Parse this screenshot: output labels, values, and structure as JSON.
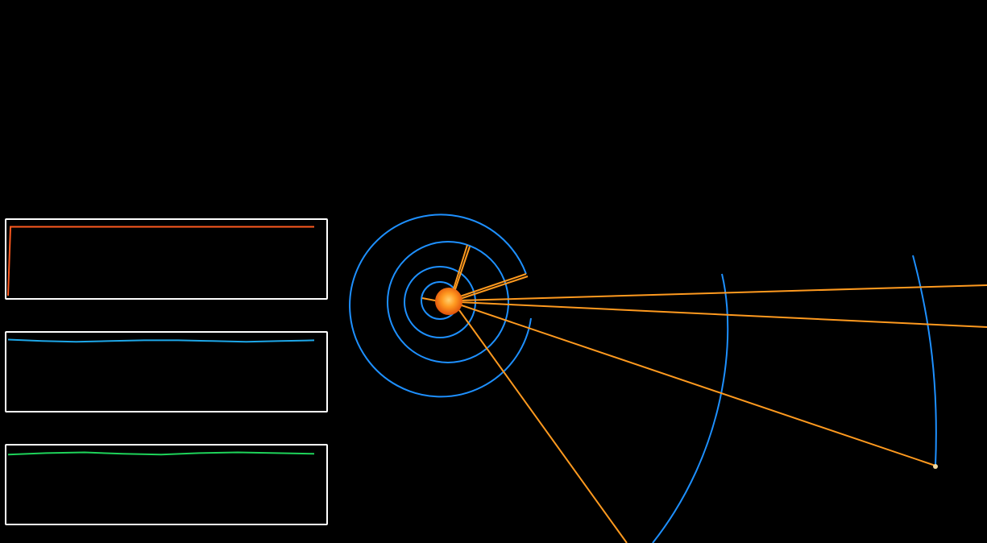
{
  "colors": {
    "background": "#000000",
    "panel_border": "#ffffff",
    "orbit": "#1e90ff",
    "ray": "#ff9a1f",
    "sun_core": "#ff7a10",
    "sun_glow": "#ffb040",
    "planet": "#f2d9a0"
  },
  "graphs": [
    {
      "name": "graph-orange",
      "color": "#ff5a1f",
      "values": [
        0.0,
        0.95,
        0.95,
        0.95,
        0.95,
        0.95,
        0.95,
        0.95,
        0.95,
        0.95,
        0.95
      ]
    },
    {
      "name": "graph-blue",
      "color": "#1ea7e8",
      "values": [
        0.95,
        0.93,
        0.92,
        0.93,
        0.94,
        0.94,
        0.93,
        0.92,
        0.93,
        0.94
      ]
    },
    {
      "name": "graph-green",
      "color": "#1ed35a",
      "values": [
        0.92,
        0.94,
        0.95,
        0.93,
        0.92,
        0.94,
        0.95,
        0.94,
        0.93
      ]
    }
  ],
  "scene": {
    "sun_icon": "sun-icon",
    "planet_icon": "planet-icon",
    "orbit_count": 6,
    "ray_count": 7
  }
}
